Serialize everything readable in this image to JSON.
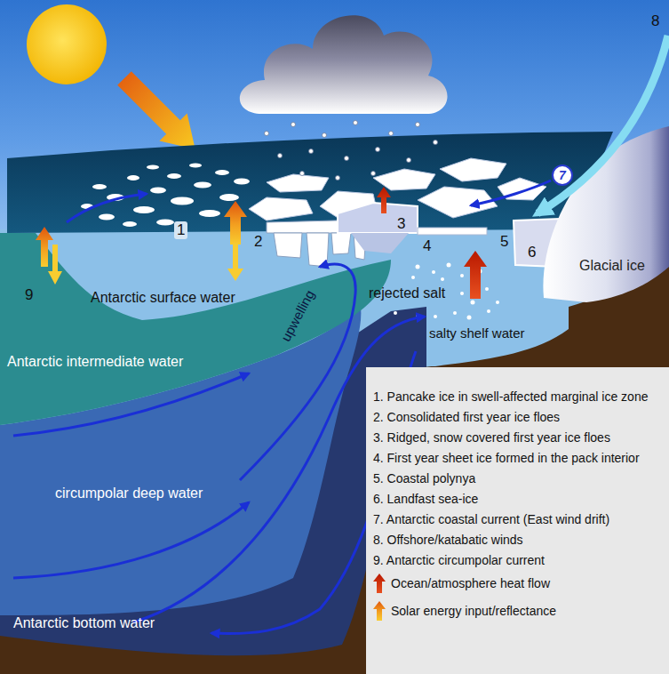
{
  "diagram": {
    "nodes": [
      {
        "text": [
          "7"
        ]
      }
    ],
    "labels": [
      "8",
      "1",
      "2",
      "3",
      "4",
      "5",
      "6",
      "Glacial ice",
      "9",
      "Antarctic surface water",
      "rejected salt",
      "upwelling",
      "salty shelf water",
      "Antarctic intermediate water",
      "circumpolar deep water",
      "Antarctic bottom water"
    ],
    "legend": [
      {
        "text": "1. Pancake ice in swell-affected marginal ice zone"
      },
      {
        "text": "2. Consolidated first year ice floes"
      },
      {
        "text": "3. Ridged, snow covered first year ice floes"
      },
      {
        "text": "4. First year sheet ice formed in the pack interior"
      },
      {
        "text": "5. Coastal polynya"
      },
      {
        "text": "6. Landfast sea-ice"
      },
      {
        "text": "7. Antarctic coastal current (East wind drift)"
      },
      {
        "text": "8. Offshore/katabatic winds"
      },
      {
        "text": "9. Antarctic circumpolar current"
      },
      {
        "text": "Ocean/atmosphere heat flow"
      },
      {
        "text": "Solar energy input/reflectance"
      }
    ]
  }
}
